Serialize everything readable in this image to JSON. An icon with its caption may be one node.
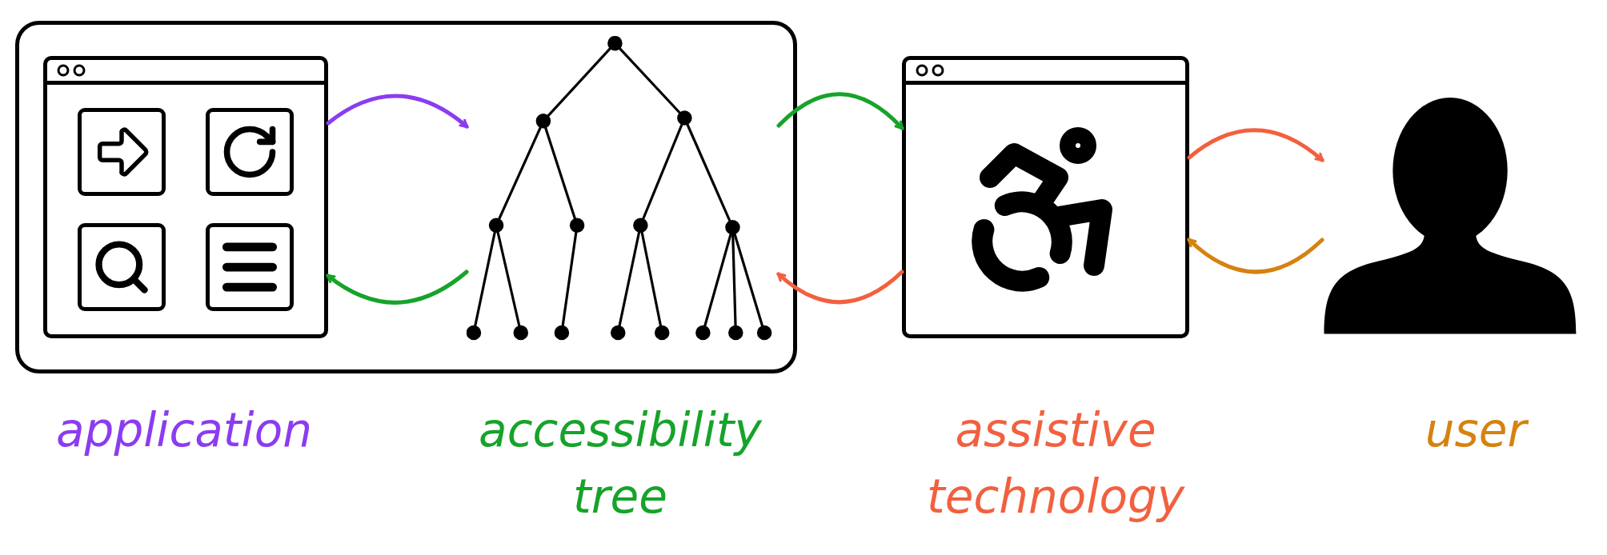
{
  "diagram": {
    "nodes": [
      {
        "text": [],
        "shape": "box"
      },
      {
        "text": [],
        "shape": "box",
        "in": 0,
        "beside": [
          "application"
        ]
      },
      {
        "text": [],
        "shape": "picture",
        "in": 0,
        "beside": [
          "accessibility tree"
        ]
      },
      {
        "text": [],
        "shape": "box",
        "beside": [
          "assistive technology"
        ]
      },
      {
        "text": [],
        "shape": "person",
        "beside": [
          "user"
        ]
      }
    ],
    "edges": [
      {
        "from": 1,
        "to": 2,
        "arrow": "to",
        "color": "#8b3cf0"
      },
      {
        "from": 2,
        "to": 1,
        "arrow": "to",
        "color": "#16a32a"
      },
      {
        "from": 2,
        "to": 3,
        "arrow": "to",
        "color": "#16a32a"
      },
      {
        "from": 3,
        "to": 2,
        "arrow": "to",
        "color": "#f2603f"
      },
      {
        "from": 3,
        "to": 4,
        "arrow": "to",
        "color": "#f2603f"
      },
      {
        "from": 4,
        "to": 3,
        "arrow": "to",
        "color": "#d6820f"
      }
    ]
  }
}
